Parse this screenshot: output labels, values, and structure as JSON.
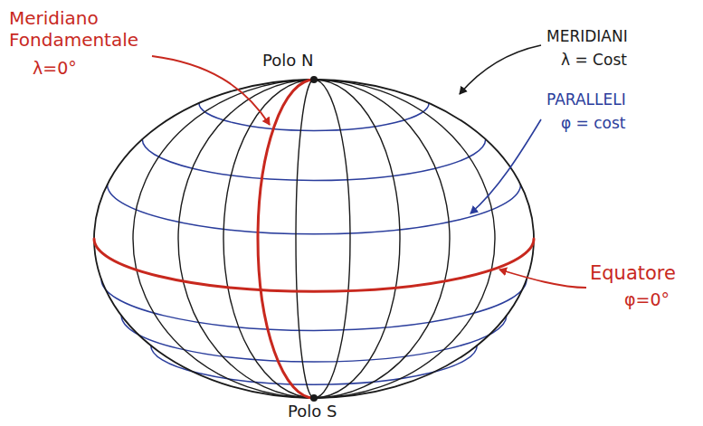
{
  "diagram": {
    "labels": [
      "Meridiano Fondamentale",
      "λ=0°",
      "Polo N",
      "MERIDIANI",
      "λ = Cost",
      "PARALLELI",
      "φ = cost",
      "Equatore",
      "φ=0°",
      "Polo S"
    ]
  }
}
